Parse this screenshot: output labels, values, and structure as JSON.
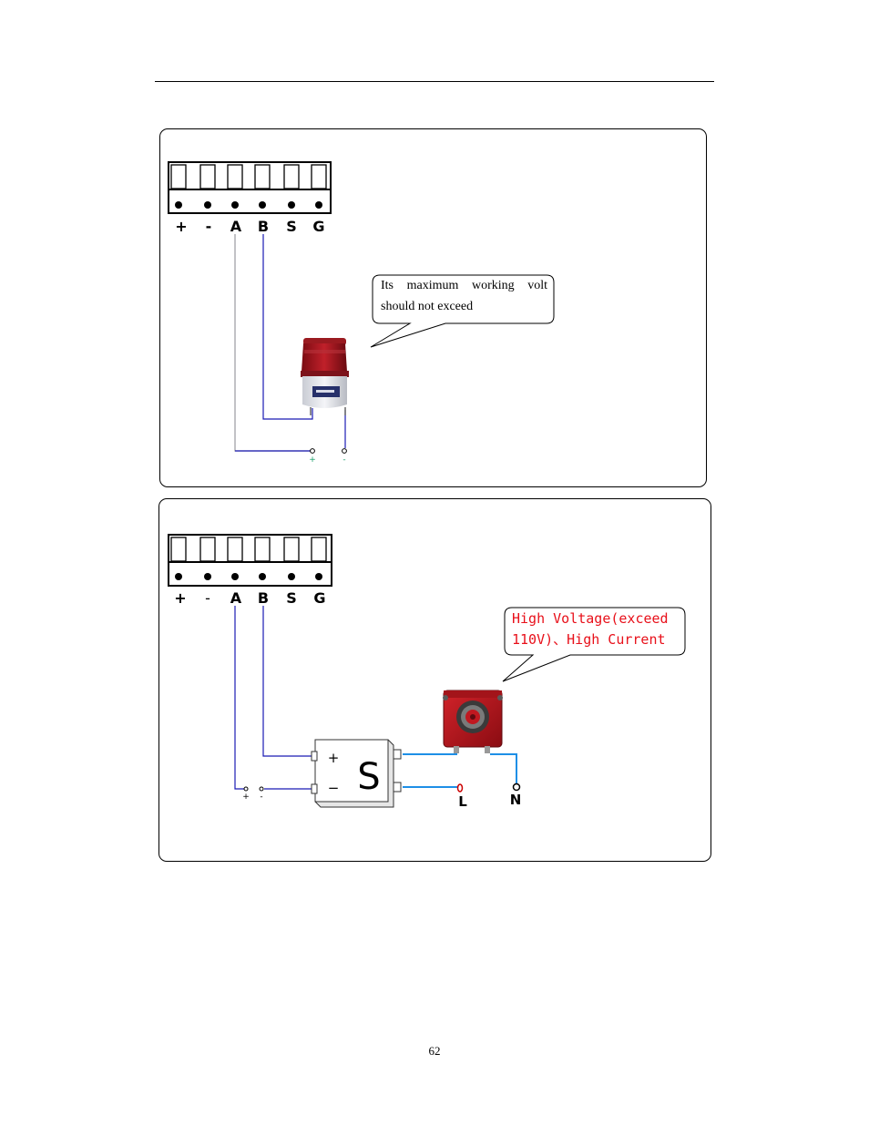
{
  "page": {
    "number": "62"
  },
  "panel1": {
    "terminals": [
      "+",
      "-",
      "A",
      "B",
      "S",
      "G"
    ],
    "callout_lines": [
      "Its maximum working volt",
      "should not exceed"
    ],
    "device": "rotating-warning-light",
    "supply_poles": [
      "+",
      "-"
    ],
    "wire_color": "#1a1ab4"
  },
  "panel2": {
    "terminals": [
      "+",
      "-",
      "A",
      "B",
      "S",
      "G"
    ],
    "callout_lines": [
      "High Voltage(exceed",
      "110V)、High Current"
    ],
    "callout_color": "#e8101a",
    "relay_symbols": [
      "+",
      "−"
    ],
    "relay_label": "S",
    "supply_poles": [
      "+",
      "-"
    ],
    "mains_labels": [
      "L",
      "N"
    ],
    "device": "red-siren",
    "wire_color": "#1a1ab4",
    "mains_wire_color": "#1e8fe6"
  }
}
